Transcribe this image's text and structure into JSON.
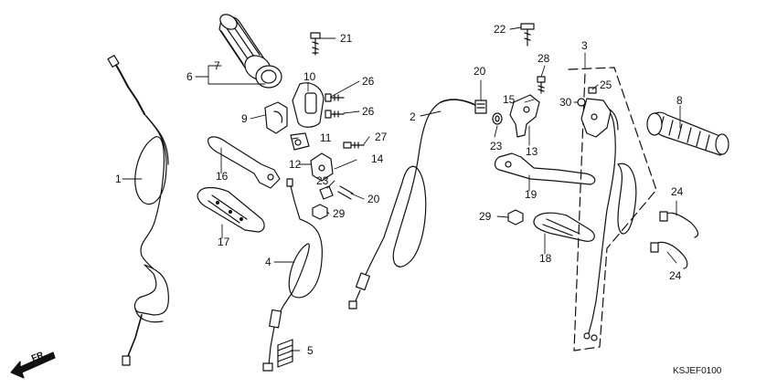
{
  "diagram": {
    "code": "KSJEF0100",
    "direction_label": "FR.",
    "callouts": [
      "1",
      "2",
      "3",
      "4",
      "5",
      "6",
      "7",
      "8",
      "9",
      "10",
      "11",
      "12",
      "13",
      "14",
      "15",
      "16",
      "17",
      "18",
      "19",
      "20",
      "20",
      "21",
      "22",
      "23",
      "23",
      "24",
      "24",
      "25",
      "26",
      "26",
      "27",
      "28",
      "29",
      "29",
      "30"
    ]
  },
  "colors": {
    "line": "#111111",
    "background": "#ffffff"
  }
}
